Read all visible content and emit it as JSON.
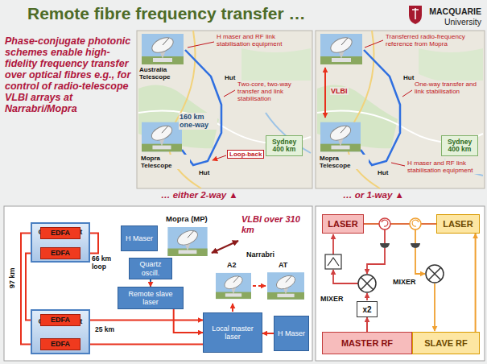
{
  "diagram": {
    "title": "Remote fibre frequency transfer …",
    "nodes": [
      {
        "text": [
          "Sydney 400 km"
        ]
      },
      {
        "text": [
          "Sydney 400 km"
        ]
      },
      {
        "text": [
          "Comms. hut"
        ]
      },
      {
        "text": [
          "EDFA"
        ],
        "in": 2
      },
      {
        "text": [
          "EDFA"
        ],
        "in": 2
      },
      {
        "text": [
          "H Maser"
        ]
      },
      {
        "text": [
          "Quartz oscill."
        ]
      },
      {
        "text": [
          "Comms. hut"
        ]
      },
      {
        "text": [
          "EDFA"
        ],
        "in": 7
      },
      {
        "text": [
          "EDFA"
        ],
        "in": 7
      },
      {
        "text": [
          "Remote slave laser"
        ]
      },
      {
        "text": [
          "Local master laser"
        ]
      },
      {
        "text": [
          "H Maser"
        ]
      },
      {
        "text": [
          "LASER"
        ]
      },
      {
        "text": [
          "LASER"
        ]
      },
      {
        "text": [
          "x2"
        ]
      },
      {
        "text": [
          "MASTER RF"
        ]
      },
      {
        "text": [
          "SLAVE RF"
        ]
      }
    ],
    "edges": [
      {
        "from": 3,
        "to": 4,
        "arrow": "to"
      },
      {
        "from": 3,
        "to": 9,
        "arrow": "to"
      },
      {
        "from": 8,
        "to": 4,
        "arrow": "to"
      },
      {
        "from": 6,
        "to": 10,
        "arrow": "to"
      },
      {
        "from": 8,
        "to": 11,
        "arrow": "to"
      },
      {
        "from": 11,
        "to": 9,
        "arrow": "to"
      },
      {
        "from": 10,
        "to": 11,
        "arrow": "to"
      },
      {
        "from": 12,
        "to": 11,
        "arrow": "to"
      },
      {
        "from": 13,
        "to": 14,
        "arrow": "none"
      },
      {
        "from": 16,
        "to": 15,
        "arrow": "to"
      },
      {
        "from": 17,
        "to": 14,
        "arrow": "to"
      }
    ],
    "labels": [
      "MACQUARIE",
      "University",
      "Phase-conjugate photonic schemes enable high-fidelity frequency transfer over optical fibres e.g., for control of radio-telescope VLBI arrays at Narrabri/Mopra",
      "Australia Telescope",
      "H maser and RF link stabilisation equipment",
      "Hut",
      "Two-core, two-way transfer and link stabilisation",
      "160 km one-way",
      "Mopra Telescope",
      "Loop-back",
      "Hut",
      "Transferred radio-frequency reference from Mopra",
      "VLBI",
      "Hut",
      "One-way transfer and link stabilisation",
      "Mopra Telescope",
      "Hut",
      "H maser and RF link stabilisation equipment",
      "… either 2-way ▲",
      "… or 1-way ▲",
      "Mopra (MP)",
      "VLBI over 310 km",
      "Narrabri",
      "A2",
      "AT",
      "66 km loop",
      "97 km",
      "25 km",
      "MIXER",
      "MIXER"
    ]
  }
}
